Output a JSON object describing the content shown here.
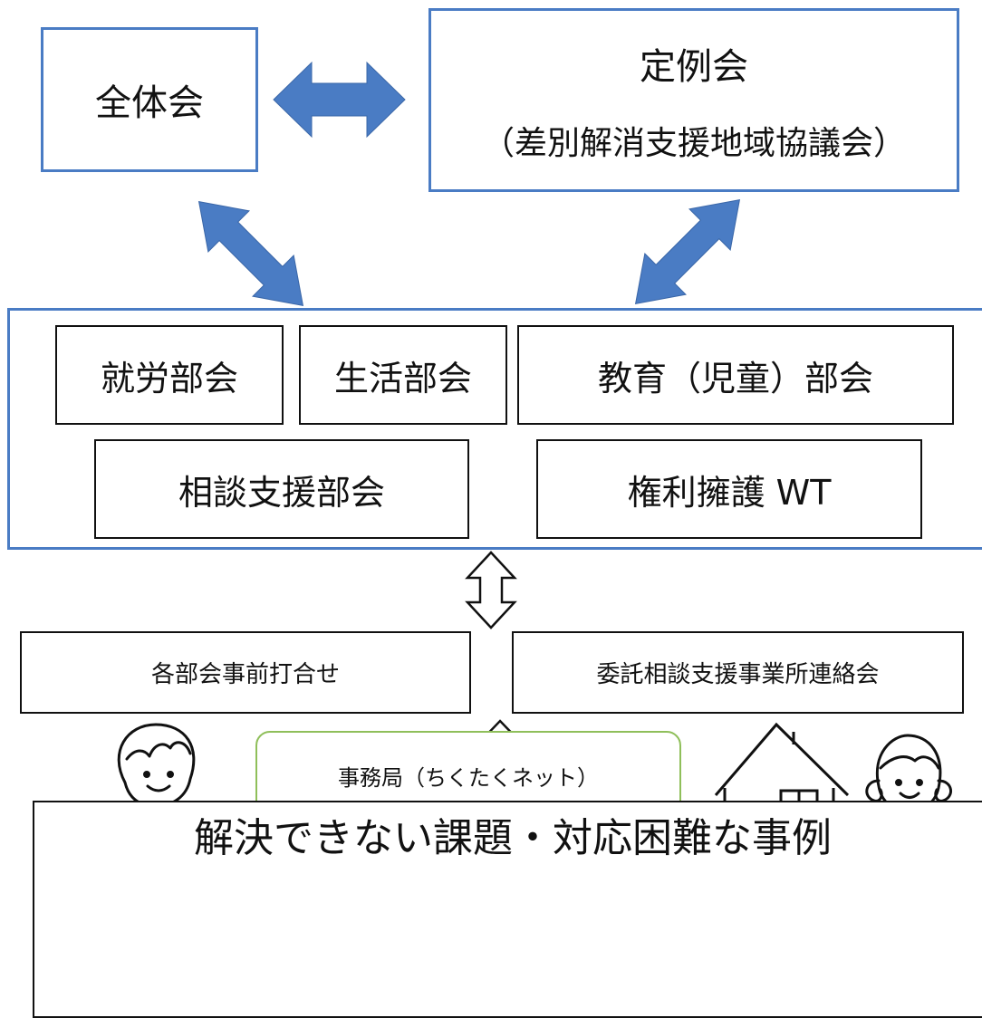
{
  "top": {
    "zentai": "全体会",
    "teireikai_title": "定例会",
    "teireikai_sub": "（差別解消支援地域協議会）"
  },
  "bukai": {
    "shuro": "就労部会",
    "seikatsu": "生活部会",
    "kyoiku": "教育（児童）部会",
    "sodan": "相談支援部会",
    "kenri": "権利擁護 WT"
  },
  "mid": {
    "jizen": "各部会事前打合せ",
    "itaku": "委託相談支援事業所連絡会"
  },
  "jimukyoku": "事務局（ちくたくネット）",
  "bottom": "解決できない課題・対応困難な事例",
  "colors": {
    "blue": "#4a7cc4",
    "green": "#8fbf5a",
    "black": "#111111"
  }
}
